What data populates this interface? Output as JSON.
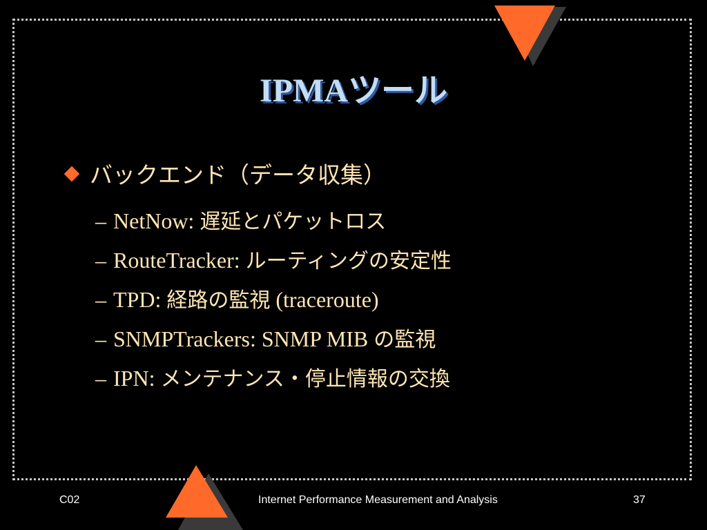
{
  "slide": {
    "title": "IPMAツール",
    "bullet": "バックエンド（データ収集）",
    "items": [
      {
        "dash": "–",
        "latin": "NetNow:",
        "jp": "遅延とパケットロス",
        "tail": ""
      },
      {
        "dash": "–",
        "latin": "RouteTracker:",
        "jp": "ルーティングの安定性",
        "tail": ""
      },
      {
        "dash": "–",
        "latin": "TPD:",
        "jp": "経路の監視",
        "tail": "(traceroute)"
      },
      {
        "dash": "–",
        "latin": "SNMPTrackers: SNMP MIB",
        "jp": "の監視",
        "tail": ""
      },
      {
        "dash": "–",
        "latin": "IPN:",
        "jp": "メンテナンス・停止情報の交換",
        "tail": ""
      }
    ]
  },
  "footer": {
    "left": "C02",
    "center": "Internet Performance Measurement and Analysis",
    "page": "37"
  },
  "colors": {
    "accent": "#ff6a2a",
    "title": "#c3ddf4",
    "title_shadow": "#2f5aa0",
    "body_text": "#ffe6b4",
    "frame": "#c8c8c8",
    "background": "#000000"
  }
}
